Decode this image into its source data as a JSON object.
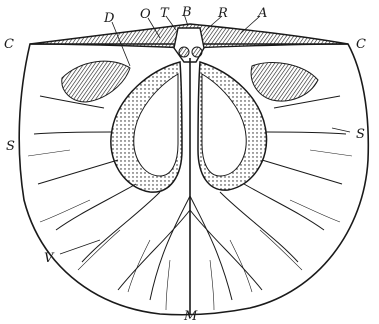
{
  "figure": {
    "labels": {
      "O": "O",
      "T": "T",
      "B": "B",
      "R": "R",
      "A": "A",
      "D": "D",
      "C_left": "C",
      "C_right": "C",
      "S_left": "S",
      "S_right": "S",
      "V": "V",
      "M": "M"
    },
    "colors": {
      "ink": "#1a1a1a",
      "paper": "#ffffff",
      "shade": "#2b2b2b"
    }
  }
}
